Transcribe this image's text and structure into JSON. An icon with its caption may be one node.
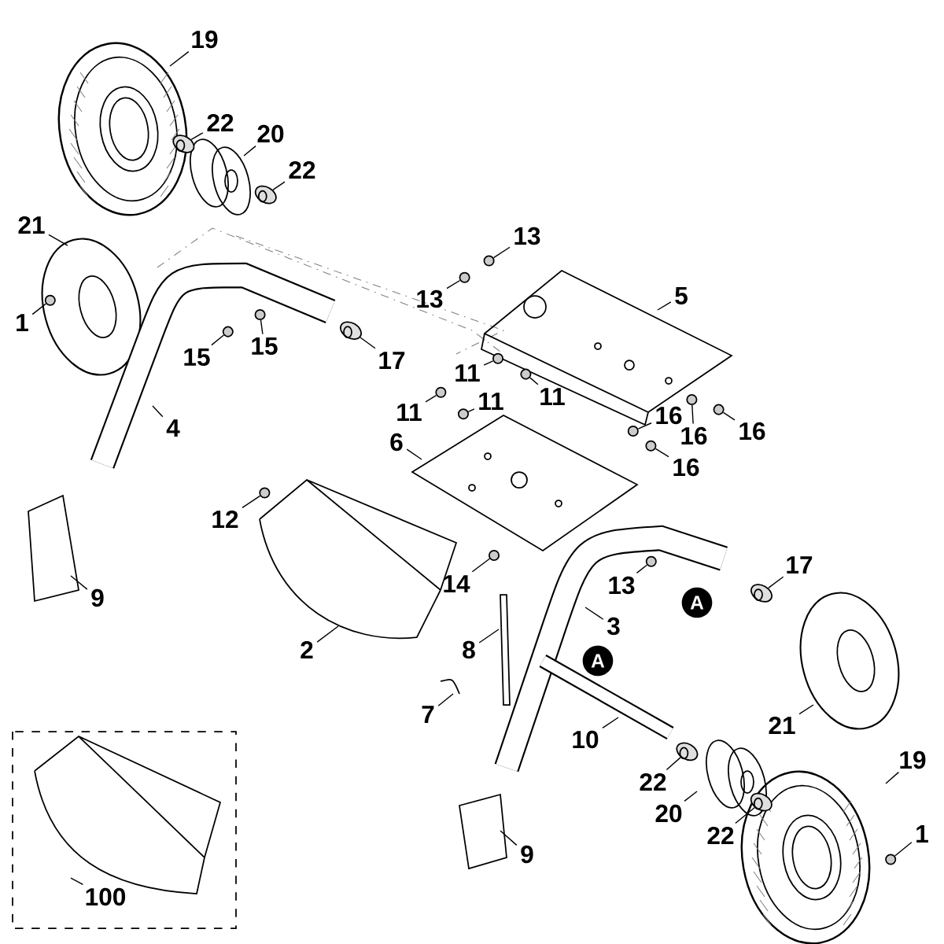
{
  "diagram": {
    "nodes": [
      {
        "text": [
          "19"
        ]
      },
      {
        "text": [
          "22"
        ]
      },
      {
        "text": [
          "20"
        ]
      },
      {
        "text": [
          "22"
        ]
      },
      {
        "text": [
          "13"
        ]
      },
      {
        "text": [
          "21"
        ]
      },
      {
        "text": [
          "5"
        ]
      },
      {
        "text": [
          "13"
        ]
      },
      {
        "text": [
          "1"
        ]
      },
      {
        "text": [
          "15"
        ]
      },
      {
        "text": [
          "15"
        ]
      },
      {
        "text": [
          "17"
        ]
      },
      {
        "text": [
          "11"
        ]
      },
      {
        "text": [
          "11"
        ]
      },
      {
        "text": [
          "11"
        ]
      },
      {
        "text": [
          "11"
        ]
      },
      {
        "text": [
          "4"
        ]
      },
      {
        "text": [
          "16"
        ]
      },
      {
        "text": [
          "16"
        ]
      },
      {
        "text": [
          "16"
        ]
      },
      {
        "text": [
          "6"
        ]
      },
      {
        "text": [
          "16"
        ]
      },
      {
        "text": [
          "12"
        ]
      },
      {
        "text": [
          "9"
        ]
      },
      {
        "text": [
          "14"
        ]
      },
      {
        "text": [
          "13"
        ]
      },
      {
        "text": [
          "17"
        ]
      },
      {
        "text": [
          "3"
        ]
      },
      {
        "text": [
          "2"
        ]
      },
      {
        "text": [
          "8"
        ]
      },
      {
        "text": [
          "7"
        ]
      },
      {
        "text": [
          "21"
        ]
      },
      {
        "text": [
          "10"
        ]
      },
      {
        "text": [
          "19"
        ]
      },
      {
        "text": [
          "22"
        ]
      },
      {
        "text": [
          "20"
        ]
      },
      {
        "text": [
          "22"
        ]
      },
      {
        "text": [
          "1"
        ]
      },
      {
        "text": [
          "9"
        ]
      },
      {
        "text": [
          "100"
        ]
      },
      {
        "text": [],
        "shape": "cylinder"
      },
      {
        "text": [],
        "shape": "cylinder"
      },
      {
        "text": [],
        "shape": "circle"
      },
      {
        "text": [],
        "shape": "circle"
      },
      {
        "text": [],
        "shape": "circle"
      },
      {
        "text": [],
        "shape": "circle"
      },
      {
        "text": [],
        "shape": "circle"
      },
      {
        "text": [],
        "shape": "cylinder"
      },
      {
        "text": [],
        "shape": "circle"
      },
      {
        "text": [],
        "shape": "circle"
      },
      {
        "text": [],
        "shape": "circle"
      },
      {
        "text": [],
        "shape": "circle"
      },
      {
        "text": [],
        "shape": "circle"
      },
      {
        "text": [],
        "shape": "circle"
      },
      {
        "text": [],
        "shape": "circle"
      },
      {
        "text": [],
        "shape": "circle"
      },
      {
        "text": [],
        "shape": "circle"
      },
      {
        "text": [],
        "shape": "circle"
      },
      {
        "text": [],
        "shape": "circle"
      },
      {
        "text": [],
        "shape": "cylinder"
      },
      {
        "text": [],
        "shape": "cylinder"
      },
      {
        "text": [],
        "shape": "cylinder"
      },
      {
        "text": [],
        "shape": "circle"
      }
    ],
    "edges": [
      {
        "from": 0,
        "to": null,
        "arrow": "none"
      },
      {
        "from": 1,
        "to": 40,
        "arrow": "none"
      },
      {
        "from": 2,
        "to": null,
        "arrow": "none"
      },
      {
        "from": 3,
        "to": 41,
        "arrow": "none"
      },
      {
        "from": 4,
        "to": 42,
        "arrow": "none"
      },
      {
        "from": 5,
        "to": null,
        "arrow": "none"
      },
      {
        "from": 6,
        "to": null,
        "arrow": "none"
      },
      {
        "from": 7,
        "to": 43,
        "arrow": "none"
      },
      {
        "from": 8,
        "to": 44,
        "arrow": "none"
      },
      {
        "from": 9,
        "to": 45,
        "arrow": "none"
      },
      {
        "from": 10,
        "to": 46,
        "arrow": "none"
      },
      {
        "from": 11,
        "to": 47,
        "arrow": "none"
      },
      {
        "from": 12,
        "to": 48,
        "arrow": "none"
      },
      {
        "from": 13,
        "to": 49,
        "arrow": "none"
      },
      {
        "from": 14,
        "to": 50,
        "arrow": "none"
      },
      {
        "from": 15,
        "to": 51,
        "arrow": "none"
      },
      {
        "from": 16,
        "to": null,
        "arrow": "none"
      },
      {
        "from": 17,
        "to": 52,
        "arrow": "none"
      },
      {
        "from": 18,
        "to": 53,
        "arrow": "none"
      },
      {
        "from": 19,
        "to": 54,
        "arrow": "none"
      },
      {
        "from": 20,
        "to": null,
        "arrow": "none"
      },
      {
        "from": 21,
        "to": 55,
        "arrow": "none"
      },
      {
        "from": 22,
        "to": 56,
        "arrow": "none"
      },
      {
        "from": 23,
        "to": null,
        "arrow": "none"
      },
      {
        "from": 24,
        "to": 57,
        "arrow": "none"
      },
      {
        "from": 25,
        "to": 58,
        "arrow": "none"
      },
      {
        "from": 26,
        "to": 59,
        "arrow": "none"
      },
      {
        "from": 27,
        "to": null,
        "arrow": "none"
      },
      {
        "from": 28,
        "to": null,
        "arrow": "none"
      },
      {
        "from": 29,
        "to": null,
        "arrow": "none"
      },
      {
        "from": 30,
        "to": null,
        "arrow": "none"
      },
      {
        "from": 31,
        "to": null,
        "arrow": "none"
      },
      {
        "from": 32,
        "to": null,
        "arrow": "none"
      },
      {
        "from": 33,
        "to": null,
        "arrow": "none"
      },
      {
        "from": 34,
        "to": 60,
        "arrow": "none"
      },
      {
        "from": 35,
        "to": null,
        "arrow": "none"
      },
      {
        "from": 36,
        "to": 61,
        "arrow": "none"
      },
      {
        "from": 37,
        "to": 62,
        "arrow": "none"
      },
      {
        "from": 38,
        "to": null,
        "arrow": "none"
      },
      {
        "from": 39,
        "to": null,
        "arrow": "none"
      }
    ],
    "labels": [
      "A",
      "A"
    ]
  }
}
